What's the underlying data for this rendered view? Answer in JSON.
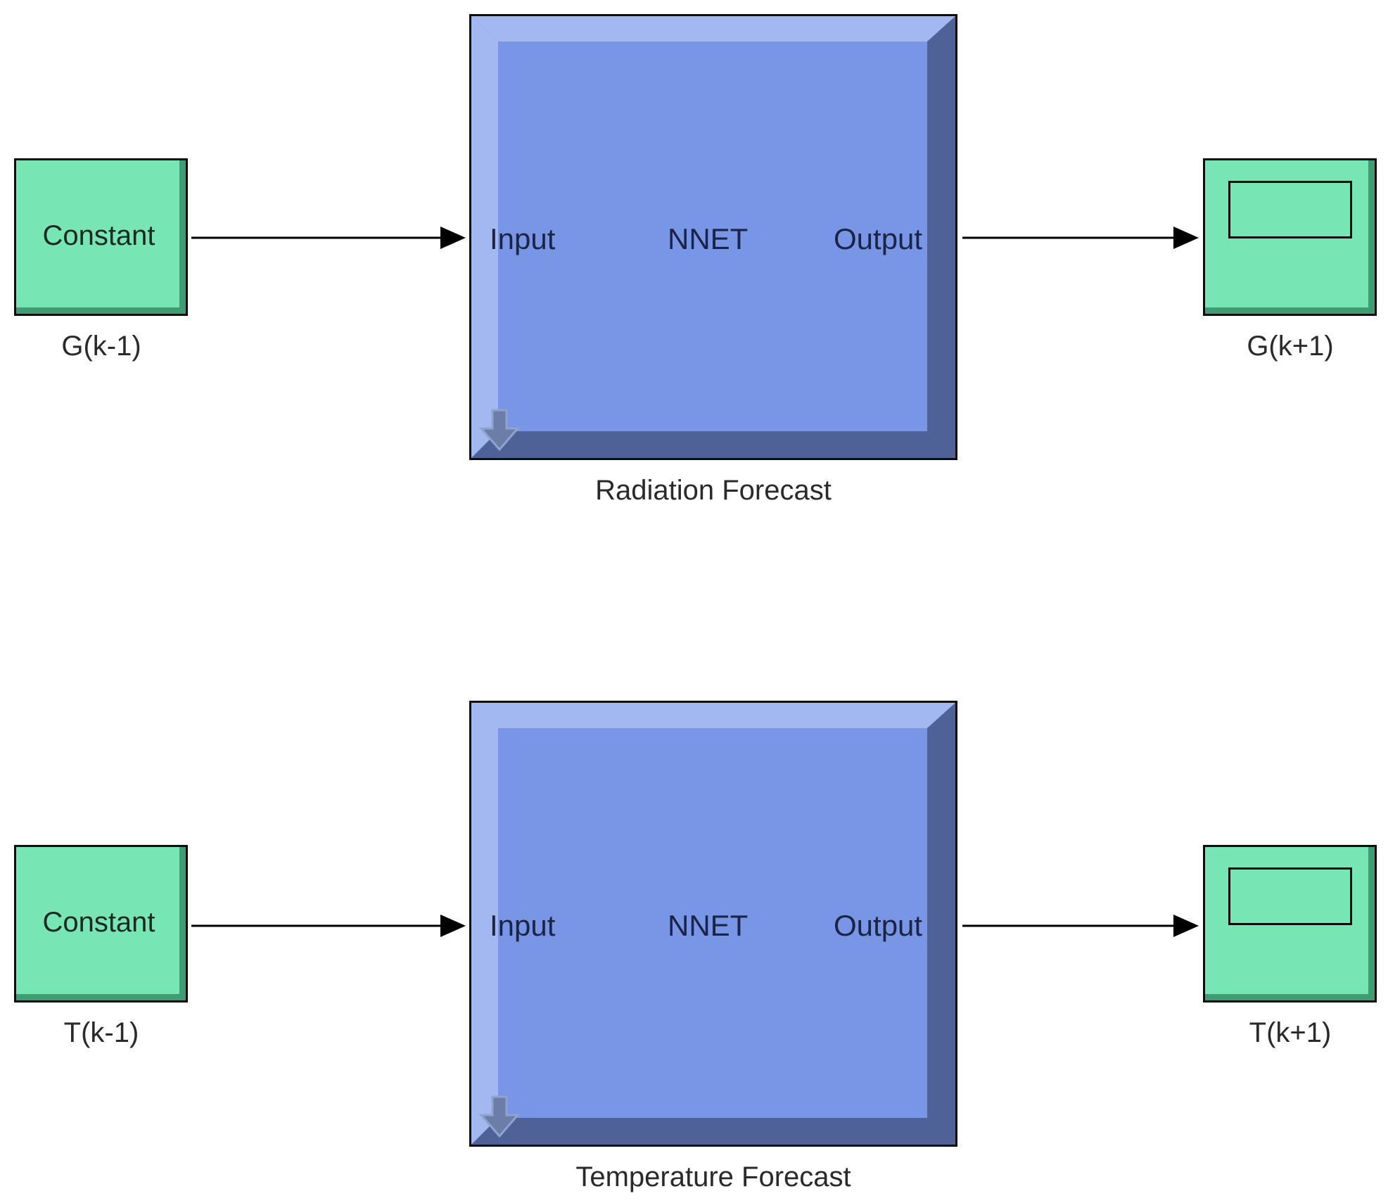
{
  "colors": {
    "constant_fill": "#78e5b4",
    "constant_shade": "#3f9c73",
    "nnet_face": "#7996e6",
    "nnet_top_bevel": "#a3b7f0",
    "nnet_right_bevel": "#4f6298",
    "wire": "#000000"
  },
  "rows": [
    {
      "source": {
        "block_text": "Constant",
        "label": "G(k-1)"
      },
      "subsystem": {
        "input_port": "Input",
        "title": "NNET",
        "output_port": "Output",
        "label": "Radiation Forecast",
        "icon": "down-arrow-icon"
      },
      "sink": {
        "label": "G(k+1)",
        "icon": "display-icon"
      }
    },
    {
      "source": {
        "block_text": "Constant",
        "label": "T(k-1)"
      },
      "subsystem": {
        "input_port": "Input",
        "title": "NNET",
        "output_port": "Output",
        "label": "Temperature Forecast",
        "icon": "down-arrow-icon"
      },
      "sink": {
        "label": "T(k+1)",
        "icon": "display-icon"
      }
    }
  ]
}
